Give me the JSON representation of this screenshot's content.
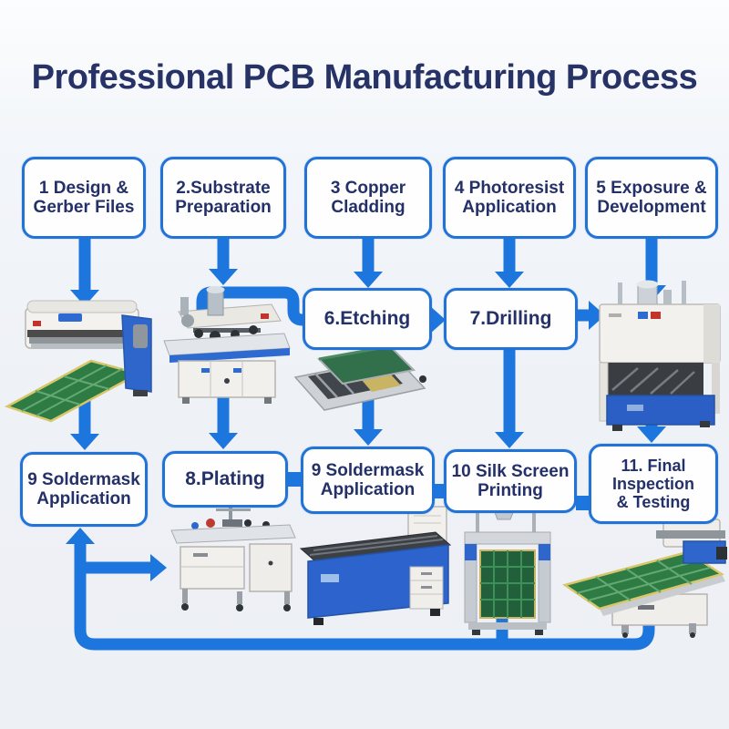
{
  "title": "Professional PCB Manufacturing Process",
  "steps": {
    "s1": "1 Design &\nGerber Files",
    "s2": "2.Substrate\nPreparation",
    "s3": "3 Copper\nCladding",
    "s4": "4 Photoresist\nApplication",
    "s5": "5 Exposure &\nDevelopment",
    "s6": "6.Etching",
    "s7": "7.Drilling",
    "s8": "8.Plating",
    "s9a": "9 Soldermask\nApplication",
    "s9b": "9 Soldermask\nApplication",
    "s10": "10 Silk Screen\nPrinting",
    "s11": "11. Final\nInspection\n& Testing"
  },
  "colors": {
    "background": "#eef1f6",
    "box_border": "#2273d8",
    "box_fill": "#fefefe",
    "text": "#243169",
    "arrow": "#1d76dd",
    "pcb_green": "#2e7b43",
    "pcb_edge_gold": "#d8c76a",
    "machine_blue": "#2e66cc"
  },
  "machines": [
    {
      "name": "laminator-machine"
    },
    {
      "name": "substrate-prep-workbench"
    },
    {
      "name": "etching-tray-unit"
    },
    {
      "name": "exposure-development-machine"
    },
    {
      "name": "plating-workbench"
    },
    {
      "name": "soldermask-conveyor-machine"
    },
    {
      "name": "silk-screen-printer"
    },
    {
      "name": "final-inspection-flatbed"
    }
  ]
}
